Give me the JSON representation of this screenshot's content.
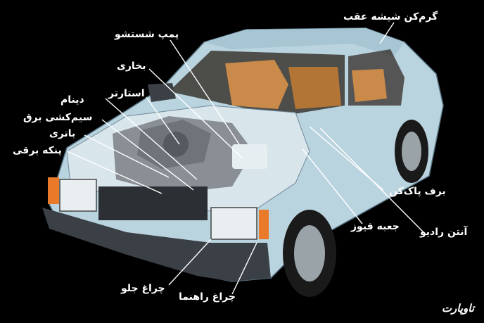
{
  "diagram": {
    "labels": {
      "rear_defroster": "گرم‌کن شیشه عقب",
      "washer_pump": "پمپ شستشو",
      "heater": "بخاری",
      "starter": "استارتر",
      "alternator": "دینام",
      "ignition_wiring": "سیم‌کشی برق",
      "battery": "باتری",
      "electric_fan": "پنکه برقی",
      "wiper": "برف پاک‌کن",
      "fuse_box": "جعبه فیوز",
      "radio_antenna": "آنتن رادیو",
      "headlight": "چراغ جلو",
      "indicator_light": "چراغ راهنما"
    },
    "logo": "تاوپارت"
  },
  "colors": {
    "background": "#000000",
    "body": "#b9d3df",
    "body_shadow": "#7d9cae",
    "interior": "#c98a4a",
    "engine": "#8a8f96",
    "leader": "#ffffff"
  }
}
